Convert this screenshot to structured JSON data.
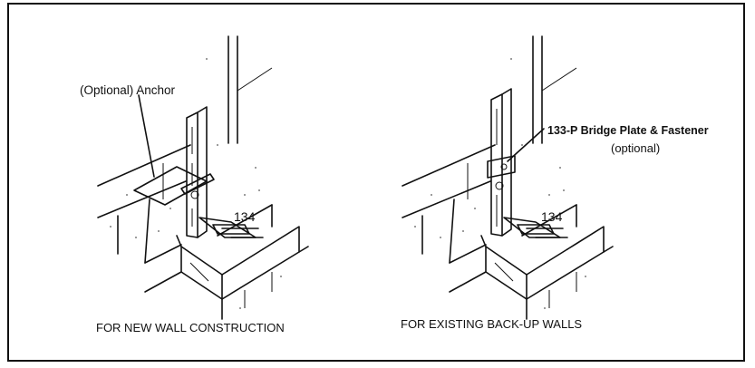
{
  "left_panel": {
    "anchor_label": "(Optional) Anchor",
    "part_number": "134",
    "caption": "FOR NEW WALL CONSTRUCTION"
  },
  "right_panel": {
    "bridge_label": "133-P Bridge Plate & Fastener",
    "bridge_optional": "(optional)",
    "part_number": "134",
    "caption": "FOR EXISTING BACK-UP WALLS"
  },
  "colors": {
    "ink": "#111111",
    "paper": "#ffffff"
  }
}
